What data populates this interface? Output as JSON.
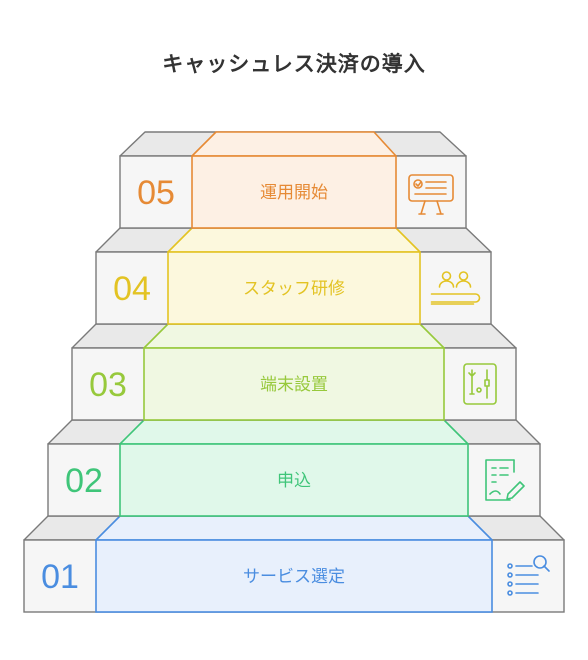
{
  "title": "キャッシュレス決済の導入",
  "steps": [
    {
      "number": "05",
      "label": "運用開始",
      "icon": "presentation-board-icon",
      "color": "#e68a35",
      "fill": "#fdf0e4"
    },
    {
      "number": "04",
      "label": "スタッフ研修",
      "icon": "people-training-icon",
      "color": "#e3c323",
      "fill": "#fcf8dd"
    },
    {
      "number": "03",
      "label": "端末設置",
      "icon": "device-tools-icon",
      "color": "#97c93c",
      "fill": "#f0f8e2"
    },
    {
      "number": "02",
      "label": "申込",
      "icon": "application-form-icon",
      "color": "#3fc579",
      "fill": "#e0f8ea"
    },
    {
      "number": "01",
      "label": "サービス選定",
      "icon": "search-list-icon",
      "color": "#4a8de0",
      "fill": "#e8f0fc"
    }
  ]
}
